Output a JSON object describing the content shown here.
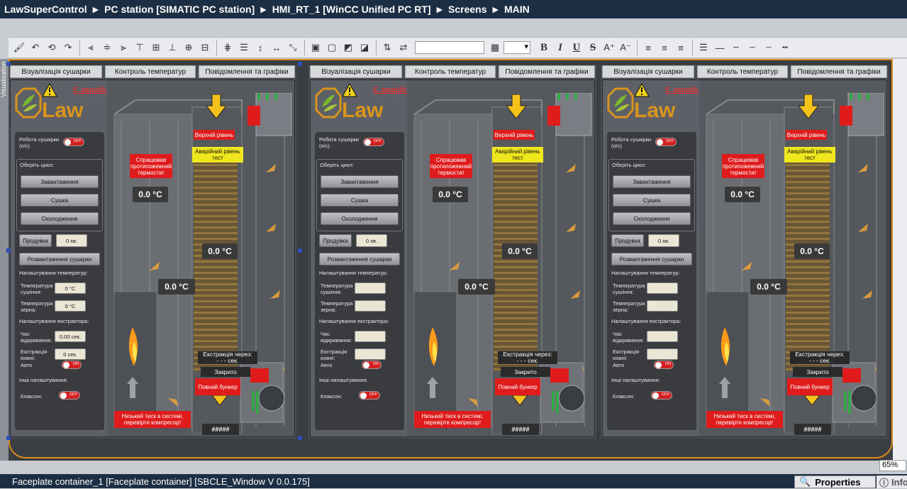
{
  "breadcrumb": {
    "items": [
      "LawSuperControl",
      "PC station [SIMATIC PC station]",
      "HMI_RT_1 [WinCC Unified PC RT]",
      "Screens",
      "MAIN"
    ]
  },
  "side_strip_label": "Visualization",
  "toolbar": {
    "bold": "B",
    "italic": "I",
    "underline": "U",
    "strike": "S"
  },
  "zoom": "65%",
  "status": {
    "text": "Faceplate container_1 [Faceplate container] [SBCLE_Window V 0.0.175]",
    "properties": "Properties",
    "info": "Info"
  },
  "colors": {
    "accent": "#d88a1e",
    "alarm_red": "#e01b1b",
    "warning_yellow": "#f0e61e",
    "title_bar": "#1c2e44"
  },
  "faceplates": [
    {
      "tabs": [
        "Візуалізація сушарки",
        "Контроль температур",
        "Повідомлення та графіки"
      ],
      "alarm_link": "Є аварійні повідомлення",
      "logo": "Law",
      "work_label": "Робота сушарки (п/с)",
      "work_toggle": "OFF",
      "cycle_label": "Оберіть цикл:",
      "cycle_buttons": [
        "Завантаження",
        "Сушка",
        "Охолодження"
      ],
      "purge_button": "Продувка",
      "purge_value": "0 хв.",
      "unload_button": "Розвантаження сушарки",
      "temp_settings_label": "Налаштування температур:",
      "drying_temp_label": "Температура сушіння:",
      "drying_temp_value": "0 °C",
      "grain_temp_label": "Температура зерна:",
      "grain_temp_value": "0 °C",
      "extractor_label": "Налаштування екстрактора:",
      "open_time_label": "Час відкривання:",
      "open_time_value": "0.00 сек.",
      "extract_each_label": "Екстракція кожні:",
      "extract_each_value": "0 сек.",
      "auto_label": "Авто",
      "auto_toggle": "ON",
      "other_label": "Інші налаштування:",
      "horn_label": "Клаксон:",
      "horn_toggle": "OFF",
      "upper_level": "Верхній рівень",
      "emergency_level": "Аварійний рівень тест",
      "thermostat": "Спрацював протипожежний термостат",
      "temp1": "0.0 °C",
      "temp2": "0.0 °C",
      "temp3": "0.0 °C",
      "extract_through": "Екстракція через:",
      "extract_sec": "- - - сек.",
      "closed": "Закрито",
      "full_bunker": "Повний бункер",
      "low_pressure": "Низький тиск в системі, перевірте компресор!",
      "hash": "#####"
    },
    {
      "tabs": [
        "Візуалізація сушарки",
        "Контроль температур",
        "Повідомлення та графіки"
      ],
      "alarm_link": "Є аварійні повідомлення",
      "logo": "Law",
      "work_label": "Робота сушарки (п/с)",
      "work_toggle": "OFF",
      "cycle_label": "Оберіть цикл:",
      "cycle_buttons": [
        "Завантаження",
        "Сушка",
        "Охолодження"
      ],
      "purge_button": "Продувка",
      "purge_value": "0 хв.",
      "unload_button": "Розвантаження сушарки",
      "temp_settings_label": "Налаштування температур:",
      "drying_temp_label": "Температура сушіння:",
      "drying_temp_value": "",
      "grain_temp_label": "Температура зерна:",
      "grain_temp_value": "",
      "extractor_label": "Налаштування екстрактора:",
      "open_time_label": "Час відкривання:",
      "open_time_value": "",
      "extract_each_label": "Екстракція кожні:",
      "extract_each_value": "",
      "auto_label": "Авто",
      "auto_toggle": "ON",
      "other_label": "Інші налаштування:",
      "horn_label": "Клаксон:",
      "horn_toggle": "OFF",
      "upper_level": "Верхній рівень",
      "emergency_level": "Аварійний рівень тест",
      "thermostat": "Спрацював протипожежний термостат",
      "temp1": "0.0 °C",
      "temp2": "0.0 °C",
      "temp3": "0.0 °C",
      "extract_through": "Екстракція через:",
      "extract_sec": "- - - сек.",
      "closed": "Закрито",
      "full_bunker": "Повний бункер",
      "low_pressure": "Низький тиск в системі, перевірте компресор!",
      "hash": "#####"
    },
    {
      "tabs": [
        "Візуалізація сушарки",
        "Контроль температур",
        "Повідомлення та графіки"
      ],
      "alarm_link": "Є аварійні повідомлення",
      "logo": "Law",
      "work_label": "Робота сушарки (п/с)",
      "work_toggle": "OFF",
      "cycle_label": "Оберіть цикл:",
      "cycle_buttons": [
        "Завантаження",
        "Сушка",
        "Охолодження"
      ],
      "purge_button": "Продувка",
      "purge_value": "0 хв.",
      "unload_button": "Розвантаження сушарки",
      "temp_settings_label": "Налаштування температур:",
      "drying_temp_label": "Температура сушіння:",
      "drying_temp_value": "",
      "grain_temp_label": "Температура зерна:",
      "grain_temp_value": "",
      "extractor_label": "Налаштування екстрактора:",
      "open_time_label": "Час відкривання:",
      "open_time_value": "",
      "extract_each_label": "Екстракція кожні:",
      "extract_each_value": "",
      "auto_label": "Авто",
      "auto_toggle": "ON",
      "other_label": "Інші налаштування:",
      "horn_label": "Клаксон:",
      "horn_toggle": "OFF",
      "upper_level": "Верхній рівень",
      "emergency_level": "Аварійний рівень тест",
      "thermostat": "Спрацював протипожежний термостат",
      "temp1": "0.0 °C",
      "temp2": "0.0 °C",
      "temp3": "0.0 °C",
      "extract_through": "Екстракція через:",
      "extract_sec": "- - - сек.",
      "closed": "Закрито",
      "full_bunker": "Повний бункер",
      "low_pressure": "Низький тиск в системі, перевірте компресор!",
      "hash": "#####"
    }
  ]
}
